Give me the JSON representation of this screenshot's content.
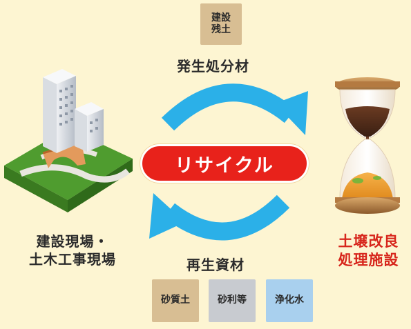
{
  "top_tag": {
    "line1": "建設",
    "line2": "残土"
  },
  "top_heading": "発生処分材",
  "center_pill": "リサイクル",
  "left_label": {
    "line1": "建設現場・",
    "line2": "土木工事現場"
  },
  "right_label": {
    "line1": "土壌改良",
    "line2": "処理施設"
  },
  "bottom_heading": "再生資材",
  "bottom_materials": [
    {
      "label": "砂質土",
      "color": "#d8be93"
    },
    {
      "label": "砂利等",
      "color": "#c8cbd0"
    },
    {
      "label": "浄化水",
      "color": "#a9d0ee"
    }
  ],
  "colors": {
    "background": "#fdf5d2",
    "arrow": "#2bb0e8",
    "pill": "#e8221b",
    "accent_text": "#d7261c"
  }
}
